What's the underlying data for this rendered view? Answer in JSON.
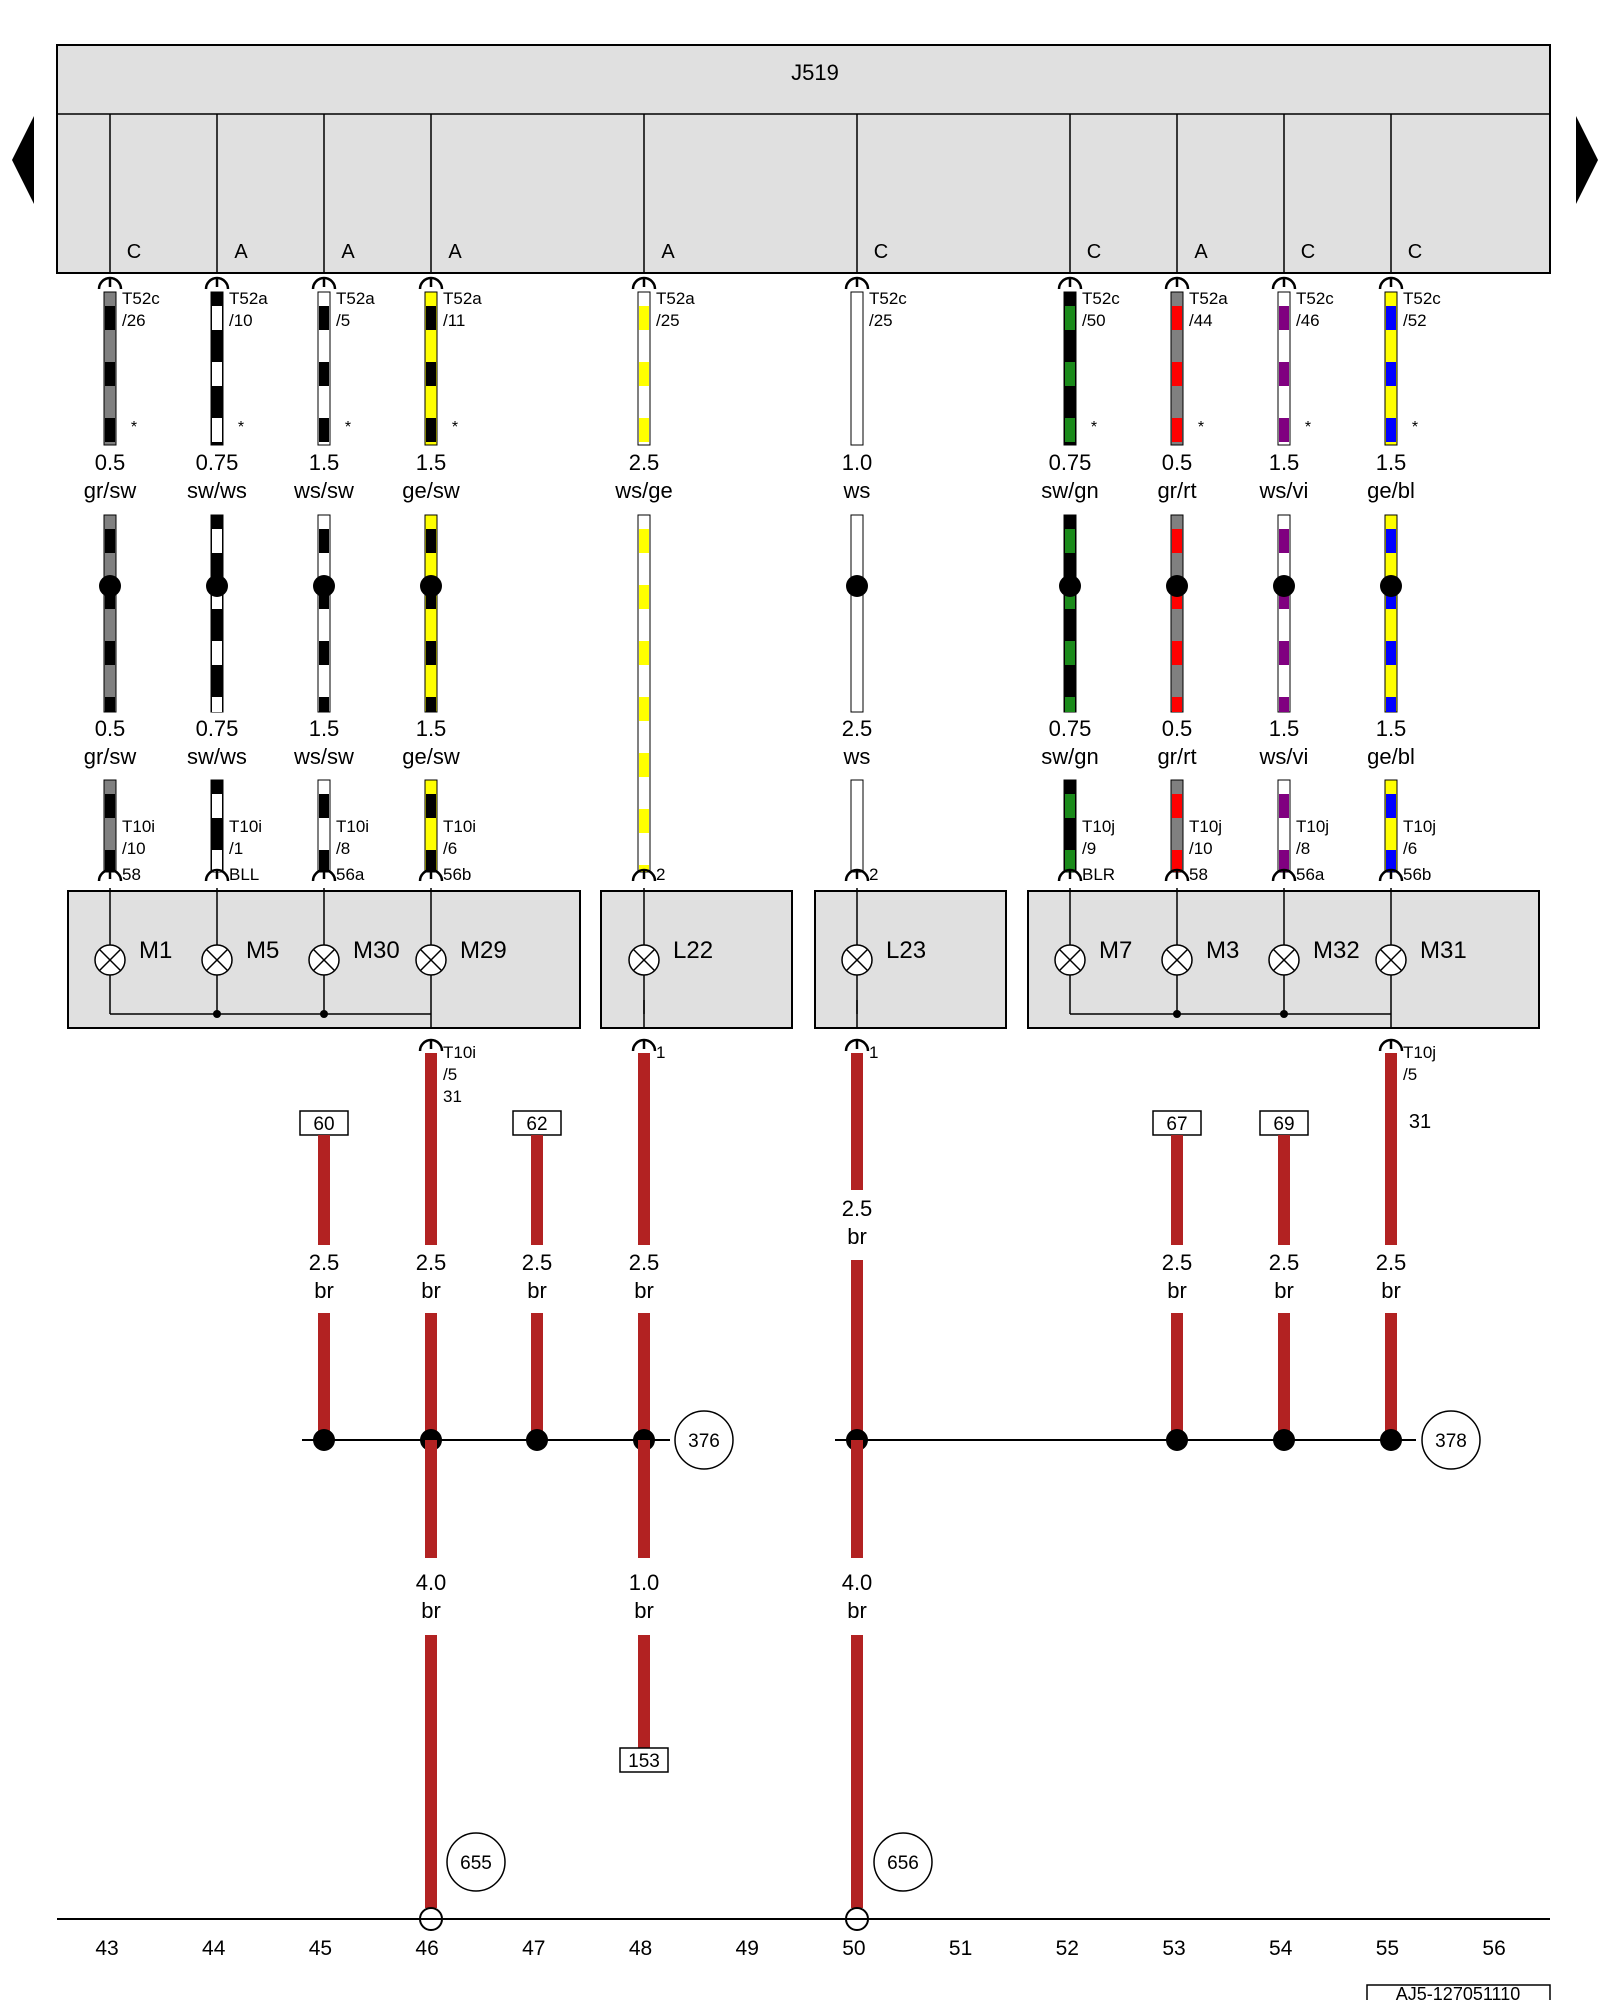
{
  "header": {
    "module": "J519"
  },
  "nav": {
    "prev_icon": "triangle-left-icon",
    "next_icon": "triangle-right-icon"
  },
  "colors": {
    "ws": "#ffffff",
    "sw": "#000000",
    "gr": "#808080",
    "ge": "#ffff00",
    "gn": "#1a8a1a",
    "rt": "#ff0000",
    "vi": "#800080",
    "bl": "#0000ff",
    "br": "#b22222"
  },
  "top_wires": [
    {
      "pin": "C",
      "conn": "T52c",
      "conn_pin": "/26",
      "asterisk": "*",
      "size_top": "0.5",
      "color_top": "gr/sw",
      "size_bot": "0.5",
      "color_bot": "gr/sw",
      "lower_conn": "T10i",
      "lower_pin": "/10",
      "lower_term": "58",
      "component": "M1"
    },
    {
      "pin": "A",
      "conn": "T52a",
      "conn_pin": "/10",
      "asterisk": "*",
      "size_top": "0.75",
      "color_top": "sw/ws",
      "size_bot": "0.75",
      "color_bot": "sw/ws",
      "lower_conn": "T10i",
      "lower_pin": "/1",
      "lower_term": "BLL",
      "component": "M5"
    },
    {
      "pin": "A",
      "conn": "T52a",
      "conn_pin": "/5",
      "asterisk": "*",
      "size_top": "1.5",
      "color_top": "ws/sw",
      "size_bot": "1.5",
      "color_bot": "ws/sw",
      "lower_conn": "T10i",
      "lower_pin": "/8",
      "lower_term": "56a",
      "component": "M30"
    },
    {
      "pin": "A",
      "conn": "T52a",
      "conn_pin": "/11",
      "asterisk": "*",
      "size_top": "1.5",
      "color_top": "ge/sw",
      "size_bot": "1.5",
      "color_bot": "ge/sw",
      "lower_conn": "T10i",
      "lower_pin": "/6",
      "lower_term": "56b",
      "component": "M29"
    },
    {
      "pin": "A",
      "conn": "T52a",
      "conn_pin": "/25",
      "asterisk": "",
      "size_top": "2.5",
      "color_top": "ws/ge",
      "size_bot": "",
      "color_bot": "",
      "lower_conn": "",
      "lower_pin": "",
      "lower_term": "2",
      "component": "L22"
    },
    {
      "pin": "C",
      "conn": "T52c",
      "conn_pin": "/25",
      "asterisk": "",
      "size_top": "1.0",
      "color_top": "ws",
      "size_bot": "2.5",
      "color_bot": "ws",
      "lower_conn": "",
      "lower_pin": "",
      "lower_term": "2",
      "component": "L23"
    },
    {
      "pin": "C",
      "conn": "T52c",
      "conn_pin": "/50",
      "asterisk": "*",
      "size_top": "0.75",
      "color_top": "sw/gn",
      "size_bot": "0.75",
      "color_bot": "sw/gn",
      "lower_conn": "T10j",
      "lower_pin": "/9",
      "lower_term": "BLR",
      "component": "M7"
    },
    {
      "pin": "A",
      "conn": "T52a",
      "conn_pin": "/44",
      "asterisk": "*",
      "size_top": "0.5",
      "color_top": "gr/rt",
      "size_bot": "0.5",
      "color_bot": "gr/rt",
      "lower_conn": "T10j",
      "lower_pin": "/10",
      "lower_term": "58",
      "component": "M3"
    },
    {
      "pin": "C",
      "conn": "T52c",
      "conn_pin": "/46",
      "asterisk": "*",
      "size_top": "1.5",
      "color_top": "ws/vi",
      "size_bot": "1.5",
      "color_bot": "ws/vi",
      "lower_conn": "T10j",
      "lower_pin": "/8",
      "lower_term": "56a",
      "component": "M32"
    },
    {
      "pin": "C",
      "conn": "T52c",
      "conn_pin": "/52",
      "asterisk": "*",
      "size_top": "1.5",
      "color_top": "ge/bl",
      "size_bot": "1.5",
      "color_bot": "ge/bl",
      "lower_conn": "T10j",
      "lower_pin": "/6",
      "lower_term": "56b",
      "component": "M31"
    }
  ],
  "ground_wires": {
    "left_connector": {
      "conn": "T10i",
      "pin": "/5",
      "term": "31"
    },
    "right_connector": {
      "conn": "T10j",
      "pin": "/5",
      "term": "31"
    },
    "l22_pin": "1",
    "l23_pin": "1",
    "refs_left": [
      "60",
      "62"
    ],
    "refs_right": [
      "67",
      "69"
    ],
    "upper_size": "2.5",
    "upper_color": "br",
    "junction_left": "376",
    "junction_right": "378",
    "lower": [
      {
        "size": "4.0",
        "color": "br",
        "circle": "655"
      },
      {
        "size": "1.0",
        "color": "br",
        "ref": "153"
      },
      {
        "size": "4.0",
        "color": "br",
        "circle": "656"
      }
    ]
  },
  "columns": [
    "43",
    "44",
    "45",
    "46",
    "47",
    "48",
    "49",
    "50",
    "51",
    "52",
    "53",
    "54",
    "55",
    "56"
  ],
  "doc_id": "AJ5-127051110"
}
